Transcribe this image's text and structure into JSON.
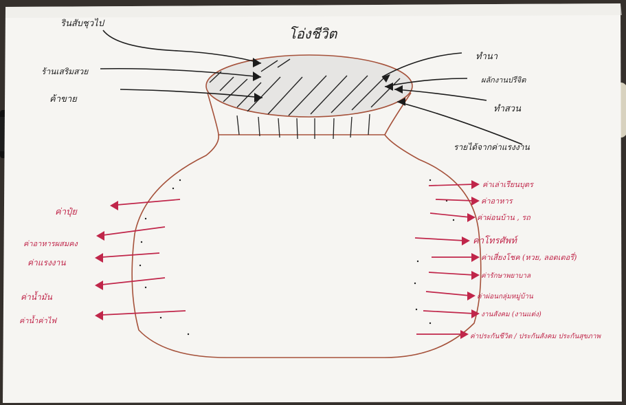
{
  "title": "โอ่งชีวิต",
  "income_labels": [
    "รินสับชุวไป",
    "ร้านเสริมสวย",
    "ค้าขาย",
    "ทำนา",
    "ผลักงานปรีจิต",
    "ทำสวน",
    "รายได้จากค่าแรงงาน"
  ],
  "expense_labels_left": [
    "ค่าปุ๋ย",
    "ค่าอาหารผสมคง",
    "ค่าแรงงาน",
    "ค่าน้ำมัน",
    "ค่าน้ำค่าไฟ"
  ],
  "expense_labels_right": [
    "ค่าเล่าเรียนบุตร",
    "ค่าอาหาร",
    "ค่าผ่อนบ้าน , รถ",
    "ค่าโทรศัพท์",
    "ค่าเสี่ยงโชค (หวย, ลอตเตอรี่)",
    "ค่ารักษาพยาบาล",
    "ค่าผ่อนกลุ่มหมู่บ้าน",
    "งานสังคม (งานแต่ง)",
    "ค่าประกันชีวิต / ประกันสังคม ประกันสุขภาพ"
  ],
  "colors": {
    "paper": "#f6f5f2",
    "ink_black": "#1c1c1c",
    "ink_red": "#c0264a",
    "jar_outline": "#a5513a"
  }
}
